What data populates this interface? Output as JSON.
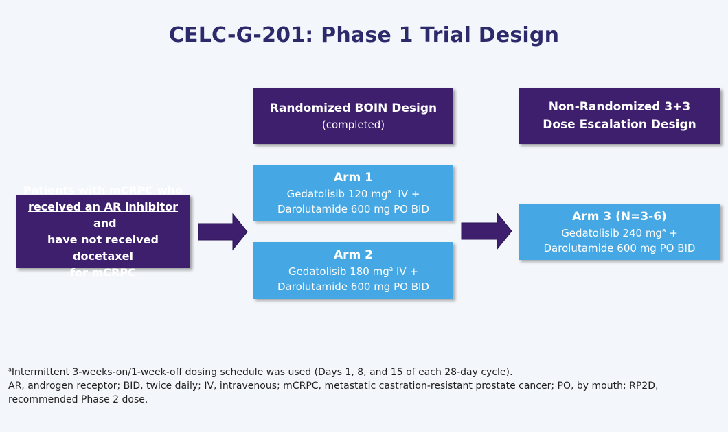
{
  "title": "CELC-G-201: Phase 1 Trial Design",
  "colors": {
    "title": "#2c2a6b",
    "purple_box": "#3d1f6e",
    "blue_box": "#45a8e4",
    "arrow": "#3d1f6e"
  },
  "patients": {
    "line1": "Patients with mCRPC who",
    "line2_underlined": "received an AR inhibitor",
    "line2_rest": " and",
    "line3": "have not received docetaxel",
    "line4": "for mCRPC"
  },
  "boin": {
    "heading": "Randomized BOIN Design",
    "note": "(completed)"
  },
  "nonrandom": {
    "line1": "Non-Randomized 3+3",
    "line2": "Dose Escalation Design"
  },
  "arm1": {
    "title": "Arm 1",
    "line1a": "Gedatolisib 120 mg",
    "sup": "a",
    "line1b": "  IV +",
    "line2": "Darolutamide 600 mg PO BID"
  },
  "arm2": {
    "title": "Arm 2",
    "line1a": "Gedatolisib 180 mg",
    "sup": "a",
    "line1b": " IV +",
    "line2": "Darolutamide 600 mg PO BID"
  },
  "arm3": {
    "title": "Arm 3 (N=3-6)",
    "line1a": "Gedatolisib 240 mg",
    "sup": "a",
    "line1b": " +",
    "line2": "Darolutamide 600 mg PO BID"
  },
  "footnote": {
    "sup": "a",
    "line1": "Intermittent 3-weeks-on/1-week-off dosing schedule was used (Days 1, 8, and 15 of each 28-day cycle).",
    "line2": "AR, androgen receptor; BID, twice daily; IV, intravenous; mCRPC, metastatic castration-resistant prostate cancer; PO, by mouth; RP2D,",
    "line3": "recommended Phase 2 dose."
  }
}
